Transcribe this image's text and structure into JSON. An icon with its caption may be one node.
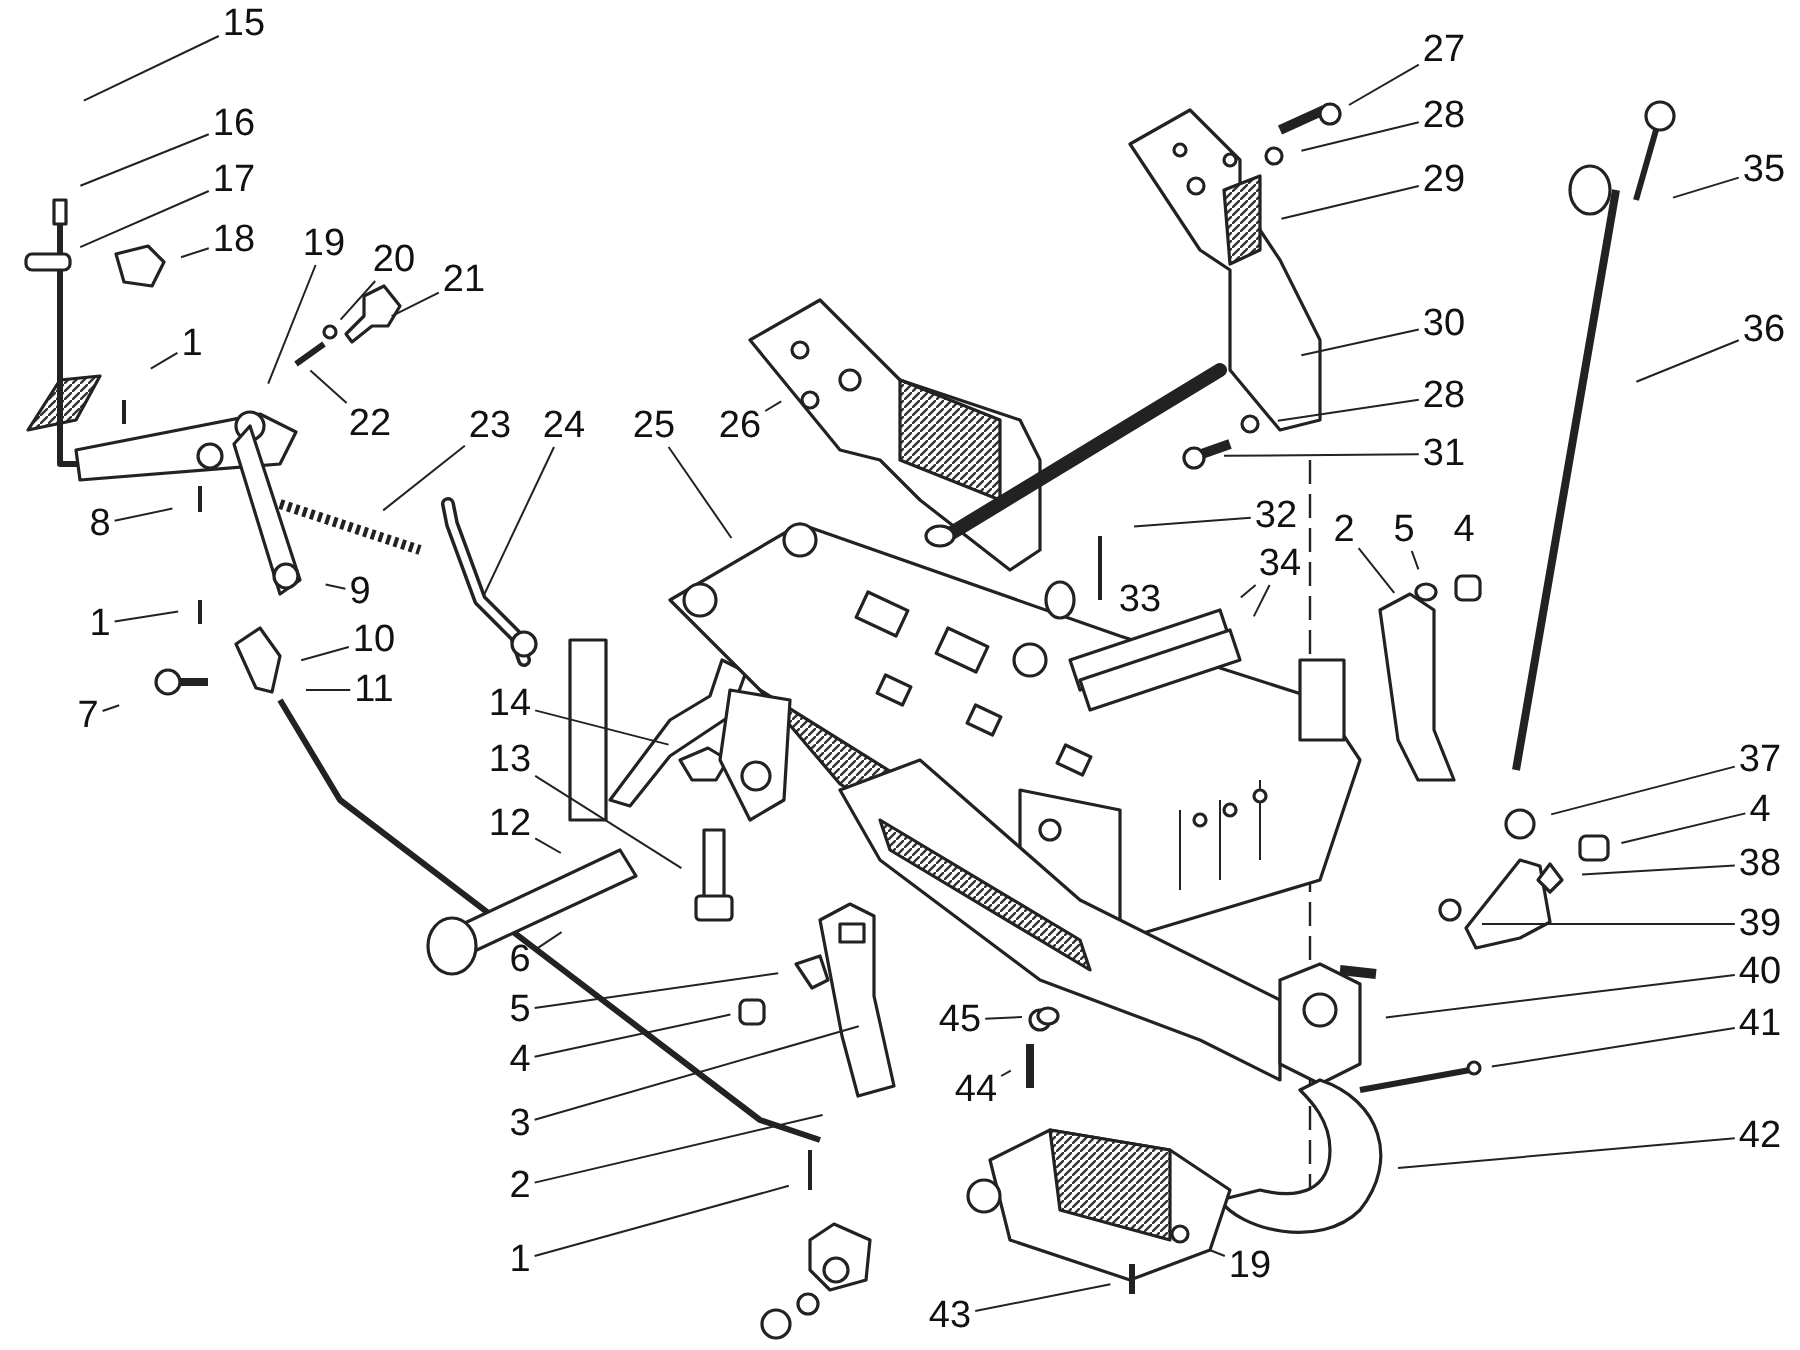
{
  "diagram": {
    "nodes": [
      {
        "text": [
          "15"
        ]
      },
      {
        "text": [
          "16"
        ]
      },
      {
        "text": [
          "17"
        ]
      },
      {
        "text": [
          "18"
        ]
      },
      {
        "text": [
          "19"
        ]
      },
      {
        "text": [
          "20"
        ]
      },
      {
        "text": [
          "21"
        ]
      },
      {
        "text": [
          "27"
        ]
      },
      {
        "text": [
          "28"
        ]
      },
      {
        "text": [
          "29"
        ]
      },
      {
        "text": [
          "35"
        ]
      },
      {
        "text": [
          "1"
        ]
      },
      {
        "text": [
          "30"
        ]
      },
      {
        "text": [
          "36"
        ]
      },
      {
        "text": [
          "28"
        ]
      },
      {
        "text": [
          "22"
        ]
      },
      {
        "text": [
          "23"
        ]
      },
      {
        "text": [
          "24"
        ]
      },
      {
        "text": [
          "25"
        ]
      },
      {
        "text": [
          "26"
        ]
      },
      {
        "text": [
          "31"
        ]
      },
      {
        "text": [
          "8"
        ]
      },
      {
        "text": [
          "9"
        ]
      },
      {
        "text": [
          "32"
        ]
      },
      {
        "text": [
          "2"
        ]
      },
      {
        "text": [
          "5"
        ]
      },
      {
        "text": [
          "4"
        ]
      },
      {
        "text": [
          "33"
        ]
      },
      {
        "text": [
          "34"
        ]
      },
      {
        "text": [
          "1"
        ]
      },
      {
        "text": [
          "10"
        ]
      },
      {
        "text": [
          "7"
        ]
      },
      {
        "text": [
          "11"
        ]
      },
      {
        "text": [
          "14"
        ]
      },
      {
        "text": [
          "13"
        ]
      },
      {
        "text": [
          "37"
        ]
      },
      {
        "text": [
          "4"
        ]
      },
      {
        "text": [
          "12"
        ]
      },
      {
        "text": [
          "38"
        ]
      },
      {
        "text": [
          "39"
        ]
      },
      {
        "text": [
          "6"
        ]
      },
      {
        "text": [
          "40"
        ]
      },
      {
        "text": [
          "5"
        ]
      },
      {
        "text": [
          "45"
        ]
      },
      {
        "text": [
          "41"
        ]
      },
      {
        "text": [
          "4"
        ]
      },
      {
        "text": [
          "44"
        ]
      },
      {
        "text": [
          "3"
        ]
      },
      {
        "text": [
          "42"
        ]
      },
      {
        "text": [
          "2"
        ]
      },
      {
        "text": [
          "1"
        ]
      },
      {
        "text": [
          "19"
        ]
      },
      {
        "text": [
          "43"
        ]
      }
    ],
    "edges": [
      {
        "from": 0,
        "to": null,
        "arrow": "none"
      },
      {
        "from": 1,
        "to": null,
        "arrow": "none"
      },
      {
        "from": 2,
        "to": null,
        "arrow": "none"
      },
      {
        "from": 3,
        "to": null,
        "arrow": "none"
      },
      {
        "from": 4,
        "to": null,
        "arrow": "none"
      },
      {
        "from": 5,
        "to": null,
        "arrow": "none"
      },
      {
        "from": 6,
        "to": null,
        "arrow": "none"
      },
      {
        "from": 7,
        "to": null,
        "arrow": "none"
      },
      {
        "from": 8,
        "to": null,
        "arrow": "none"
      },
      {
        "from": 9,
        "to": null,
        "arrow": "none"
      },
      {
        "from": 10,
        "to": null,
        "arrow": "none"
      },
      {
        "from": 11,
        "to": null,
        "arrow": "none"
      },
      {
        "from": 12,
        "to": null,
        "arrow": "none"
      },
      {
        "from": 13,
        "to": null,
        "arrow": "none"
      },
      {
        "from": 14,
        "to": null,
        "arrow": "none"
      },
      {
        "from": 15,
        "to": null,
        "arrow": "none"
      },
      {
        "from": 16,
        "to": null,
        "arrow": "none"
      },
      {
        "from": 17,
        "to": null,
        "arrow": "none"
      },
      {
        "from": 18,
        "to": null,
        "arrow": "none"
      },
      {
        "from": 19,
        "to": null,
        "arrow": "none"
      },
      {
        "from": 20,
        "to": null,
        "arrow": "none"
      },
      {
        "from": 21,
        "to": null,
        "arrow": "none"
      },
      {
        "from": 22,
        "to": null,
        "arrow": "none"
      },
      {
        "from": 23,
        "to": null,
        "arrow": "none"
      },
      {
        "from": 24,
        "to": null,
        "arrow": "none"
      },
      {
        "from": 25,
        "to": null,
        "arrow": "none"
      },
      {
        "from": 28,
        "to": null,
        "arrow": "none"
      },
      {
        "from": 28,
        "to": null,
        "arrow": "none"
      },
      {
        "from": 29,
        "to": null,
        "arrow": "none"
      },
      {
        "from": 30,
        "to": null,
        "arrow": "none"
      },
      {
        "from": 31,
        "to": null,
        "arrow": "none"
      },
      {
        "from": 32,
        "to": null,
        "arrow": "none"
      },
      {
        "from": 33,
        "to": null,
        "arrow": "none"
      },
      {
        "from": 34,
        "to": null,
        "arrow": "none"
      },
      {
        "from": 35,
        "to": null,
        "arrow": "none"
      },
      {
        "from": 36,
        "to": null,
        "arrow": "none"
      },
      {
        "from": 37,
        "to": null,
        "arrow": "none"
      },
      {
        "from": 38,
        "to": null,
        "arrow": "none"
      },
      {
        "from": 39,
        "to": null,
        "arrow": "none"
      },
      {
        "from": 40,
        "to": null,
        "arrow": "none"
      },
      {
        "from": 41,
        "to": null,
        "arrow": "none"
      },
      {
        "from": 42,
        "to": null,
        "arrow": "none"
      },
      {
        "from": 43,
        "to": null,
        "arrow": "none"
      },
      {
        "from": 44,
        "to": null,
        "arrow": "none"
      },
      {
        "from": 45,
        "to": null,
        "arrow": "none"
      },
      {
        "from": 46,
        "to": null,
        "arrow": "none"
      },
      {
        "from": 47,
        "to": null,
        "arrow": "none"
      },
      {
        "from": 48,
        "to": null,
        "arrow": "none"
      },
      {
        "from": 49,
        "to": null,
        "arrow": "none"
      },
      {
        "from": 50,
        "to": null,
        "arrow": "none"
      },
      {
        "from": 51,
        "to": null,
        "arrow": "none"
      },
      {
        "from": 52,
        "to": null,
        "arrow": "none"
      }
    ]
  }
}
